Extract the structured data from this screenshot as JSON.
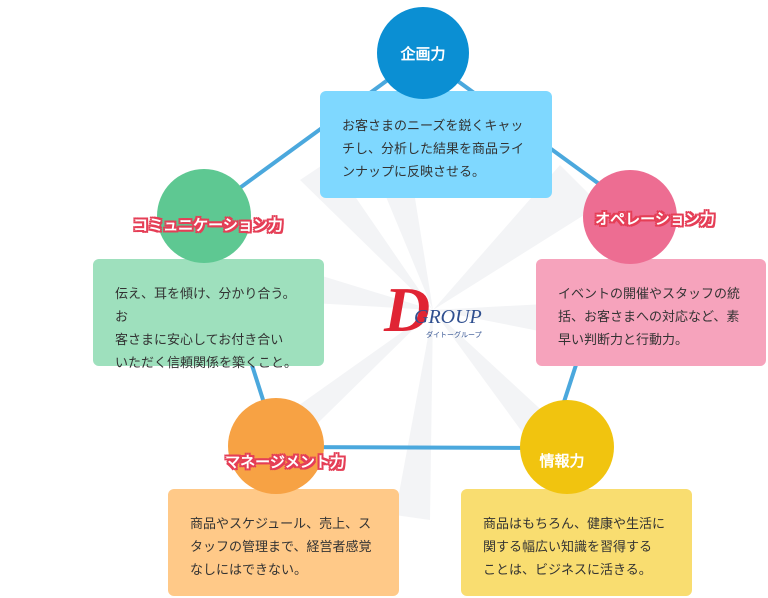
{
  "items": [
    {
      "title": "企画力",
      "lines": [
        "お客さまのニーズを鋭くキャッ",
        "チし、分析した結果を商品ライ",
        "ンナップに反映させる。"
      ],
      "color": "#0b8fd3"
    },
    {
      "title": "オペレーション力",
      "lines": [
        "イベントの開催やスタッフの統",
        "括、お客さまへの対応など、素",
        "早い判断力と行動力。"
      ],
      "color": "#ed6d92"
    },
    {
      "title": "情報力",
      "lines": [
        "商品はもちろん、健康や生活に",
        "関する幅広い知識を習得する",
        "ことは、ビジネスに活きる。"
      ],
      "color": "#f1c40f"
    },
    {
      "title": "マネージメント力",
      "lines": [
        "商品やスケジュール、売上、ス",
        "タッフの管理まで、経営者感覚",
        "なしにはできない。"
      ],
      "color": "#f7a244"
    },
    {
      "title": "コミュニケーション力",
      "lines": [
        "伝え、耳を傾け、分かり合う。お",
        "客さまに安心してお付き合い",
        "いただく信頼関係を築くこと。"
      ],
      "color": "#5ec892"
    }
  ],
  "logo": {
    "letter": "D",
    "word": "GROUP",
    "tagline": "ダイトーグループ",
    "accent": "#e02434",
    "secondary": "#2f4f8f"
  }
}
